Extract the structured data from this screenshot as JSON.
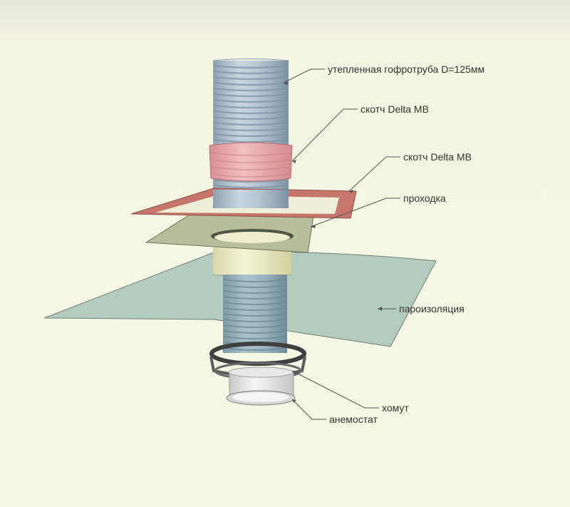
{
  "labels": {
    "duct": "утепленная гофротруба D=125мм",
    "tape1": "скотч Delta MB",
    "tape2": "скотч Delta MB",
    "passthrough": "проходка",
    "vapor_barrier": "пароизоляция",
    "clamp": "хомут",
    "diffuser": "анемостат"
  },
  "colors": {
    "duct": "#b6c6d3",
    "duct_rib": "#8a9cae",
    "tape": "#e9a9ac",
    "tape_frame": "#c8796c",
    "sleeve": "#ecebc3",
    "plate": "#b8c09c",
    "vapor_barrier": "#a9c4b6",
    "clamp": "#58585a",
    "diffuser": "#e8e8e8",
    "leader": "#555555"
  }
}
